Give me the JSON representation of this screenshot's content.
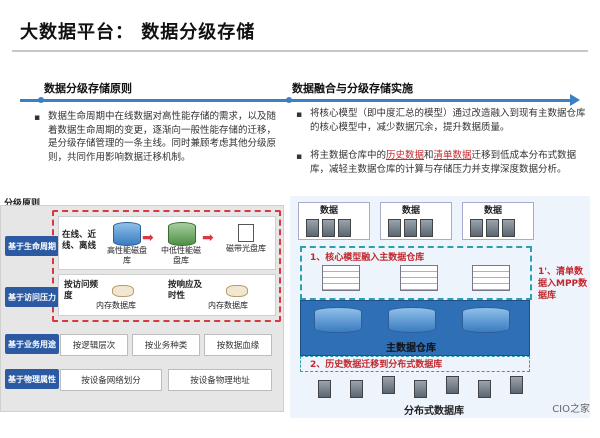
{
  "title": "大数据平台：  数据分级存储",
  "left": {
    "heading": "数据分级存储原则",
    "paragraph": "数据生命周期中在线数据对高性能存储的需求，以及随着数据生命周期的变更，逐渐向一般性能存储的迁移，是分级存储管理的一条主线。同时兼顾考虑其他分级原则，共同作用影响数据迁移机制。",
    "panel_title": "分级原则",
    "side_labels": [
      "基于生命周期",
      "基于访问压力",
      "基于业务用途",
      "基于物理属性"
    ],
    "lifecycle": {
      "online_text": "在线、近线、离线",
      "tier1": "高性能磁盘库",
      "tier2": "中低性能磁盘库",
      "tier3": "磁带光盘库"
    },
    "access": {
      "freq": "按访问频度",
      "freq_box": "内存数据库",
      "response": "按响应及时性",
      "response_box": "内存数据库"
    },
    "business": [
      "按逻辑层次",
      "按业务种类",
      "按数据血缘"
    ],
    "physical": [
      "按设备网络划分",
      "按设备物理地址"
    ]
  },
  "right": {
    "heading": "数据融合与分级存储实施",
    "bullet1": "将核心模型（即中度汇总的模型）通过改造融入到现有主数据仓库的核心模型中，减少数据冗余，提升数据质量。",
    "bullet2_pre": "将主数据仓库中的",
    "bullet2_hist": "历史数据",
    "bullet2_and": "和",
    "bullet2_detail": "清单数据",
    "bullet2_post": "迁移到低成本分布式数据库，减轻主数据仓库的计算与存储压力并支撑深度数据分析。",
    "data_labels": [
      "数据",
      "数据",
      "数据"
    ],
    "step1": "1、核心模型融入主数据仓库",
    "step1b": "1'、清单数据入MPP数据库",
    "main_dw": "主数据仓库",
    "step2": "2、历史数据迁移到分布式数据库",
    "dist_db": "分布式数据库"
  },
  "watermark": "CIO之家",
  "colors": {
    "accent": "#3b7fc4",
    "sidelabel": "#2b5aa3",
    "red": "#c0282d",
    "teal": "#2aa0b0"
  }
}
